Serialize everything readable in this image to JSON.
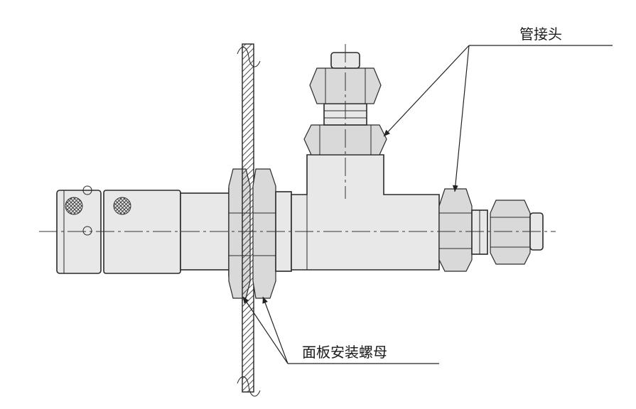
{
  "labels": {
    "pipe_fitting": "管接头",
    "panel_mount_nut": "面板安装螺母"
  },
  "icons": [
    "knurl-grip-pattern",
    "arrowhead"
  ],
  "colors": {
    "line": "#2a2a2a",
    "fill": "#e8e8e8",
    "background": "#ffffff"
  }
}
